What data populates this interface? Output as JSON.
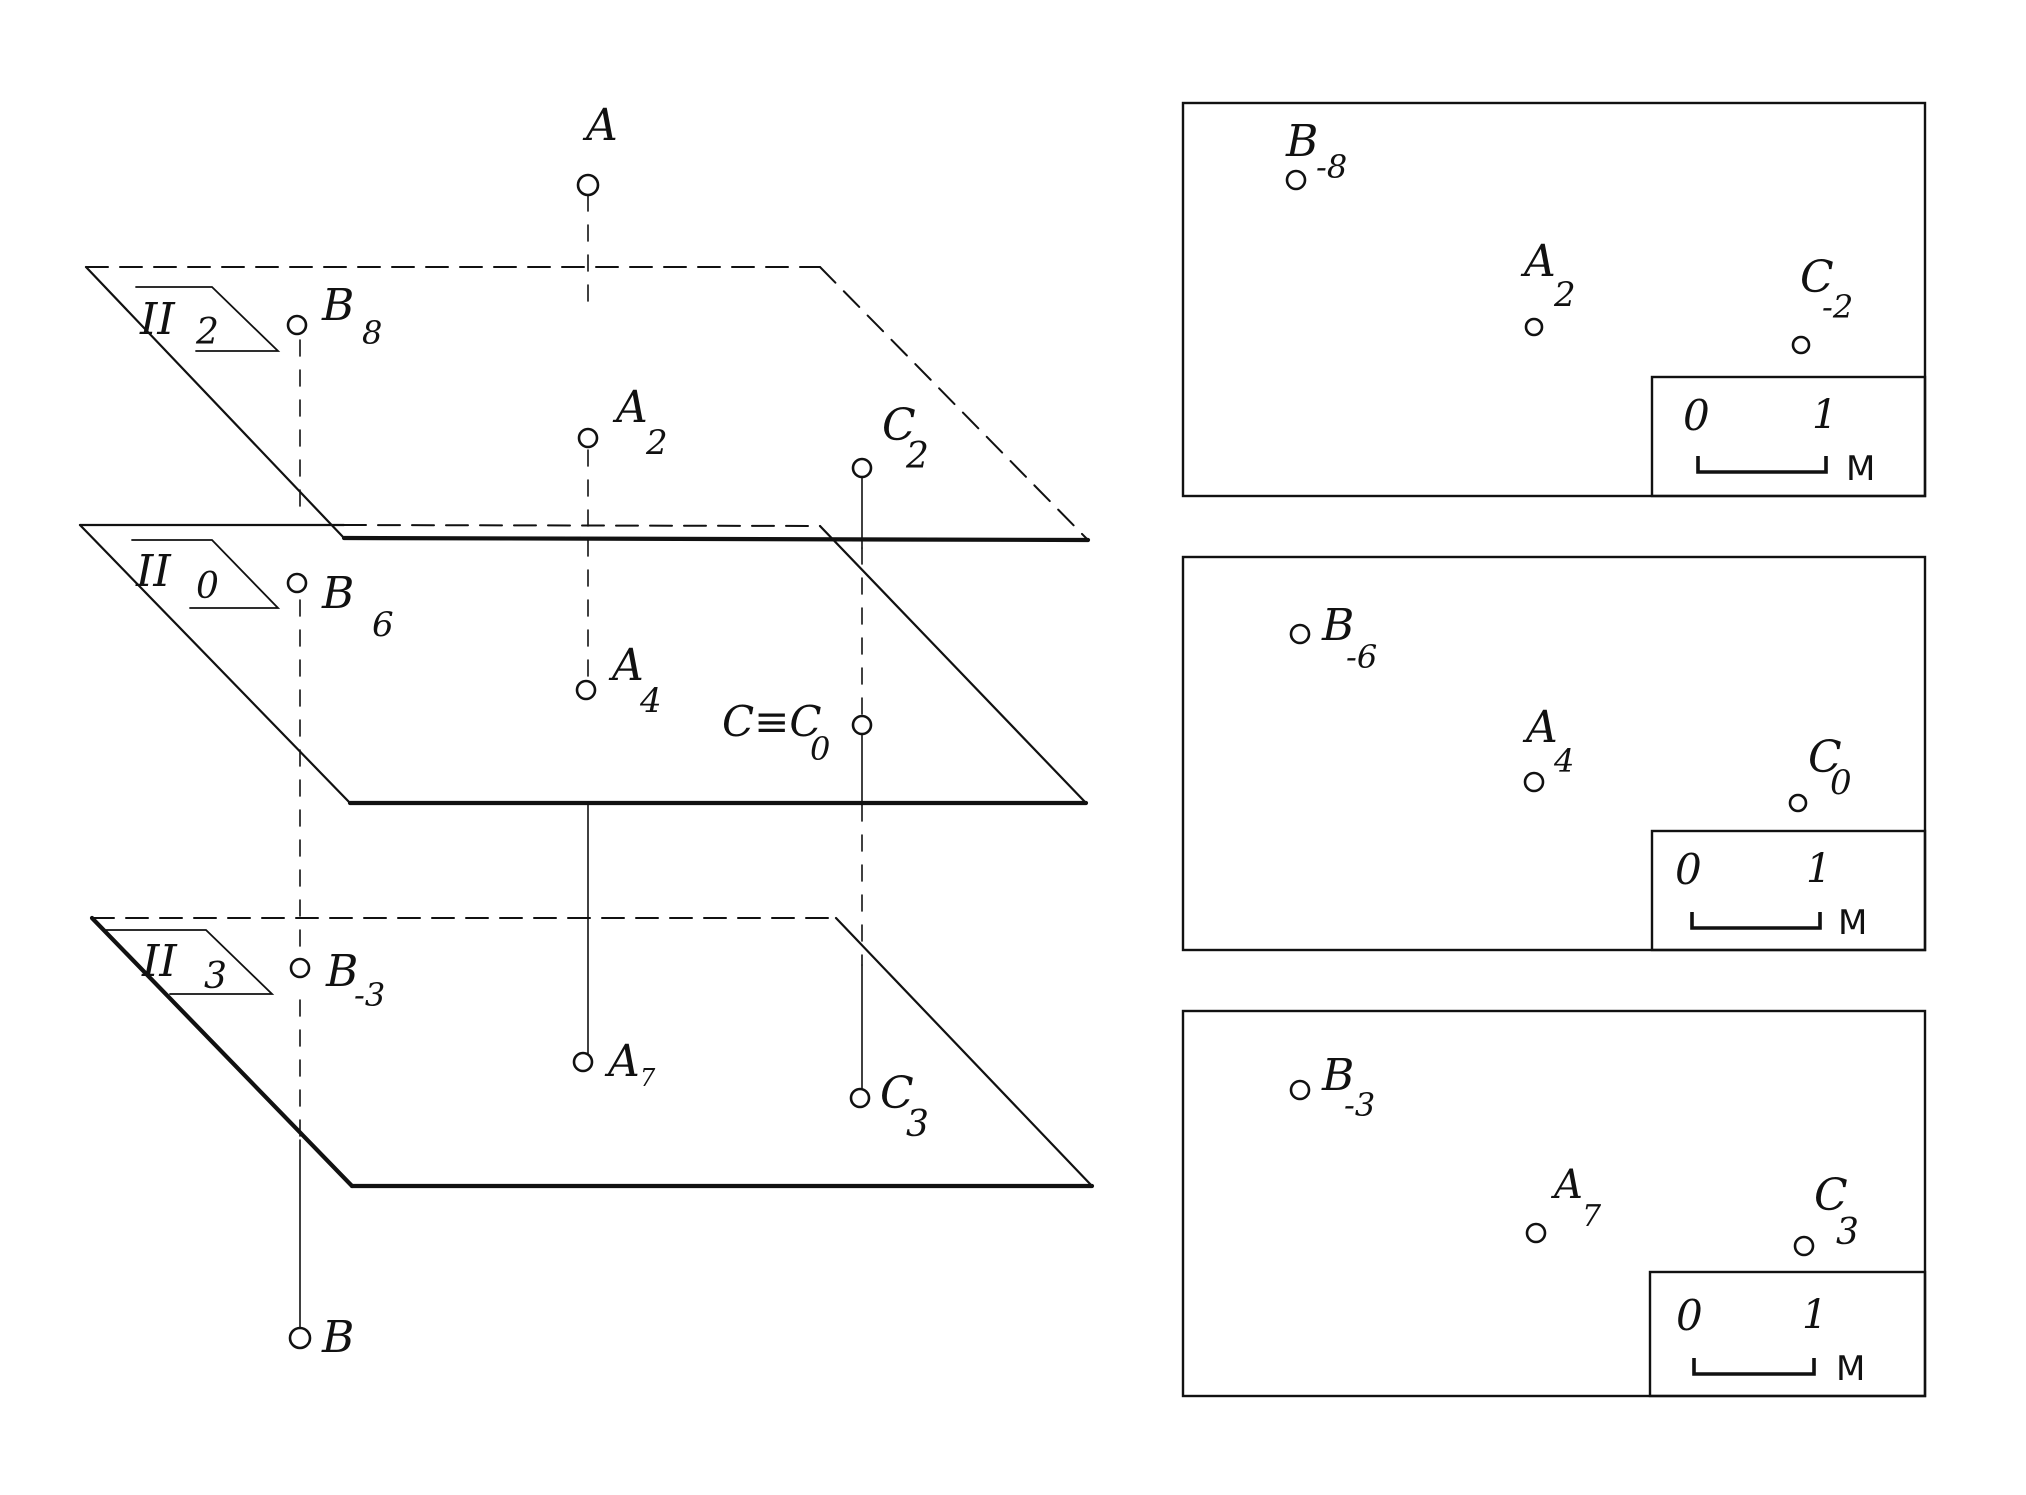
{
  "diagram": {
    "spatial": {
      "planes": [
        {
          "label": "II",
          "sub": "2"
        },
        {
          "label": "II",
          "sub": "0"
        },
        {
          "label": "II",
          "sub": "3"
        }
      ],
      "points": {
        "A": {
          "label": "A",
          "sub": ""
        },
        "A2": {
          "label": "A",
          "sub": "2"
        },
        "A4": {
          "label": "A",
          "sub": "4"
        },
        "A7": {
          "label": "A",
          "sub": "7"
        },
        "B": {
          "label": "B",
          "sub": ""
        },
        "B8": {
          "label": "B",
          "sub": "8"
        },
        "B6": {
          "label": "B",
          "sub": "6"
        },
        "Bm3": {
          "label": "B",
          "sub": "-3"
        },
        "C2": {
          "label": "C",
          "sub": "2"
        },
        "C0": {
          "label": "C≡C",
          "sub": "0"
        },
        "C3": {
          "label": "C",
          "sub": "3"
        }
      }
    },
    "projections": [
      {
        "points": [
          {
            "label": "B",
            "sub": "-8"
          },
          {
            "label": "A",
            "sub": "2"
          },
          {
            "label": "C",
            "sub": "-2"
          }
        ],
        "scale": {
          "start": "0",
          "end": "1",
          "unit": "M"
        }
      },
      {
        "points": [
          {
            "label": "B",
            "sub": "-6"
          },
          {
            "label": "A",
            "sub": "4"
          },
          {
            "label": "C",
            "sub": "0"
          }
        ],
        "scale": {
          "start": "0",
          "end": "1",
          "unit": "M"
        }
      },
      {
        "points": [
          {
            "label": "B",
            "sub": "-3"
          },
          {
            "label": "A",
            "sub": "7"
          },
          {
            "label": "C",
            "sub": "3"
          }
        ],
        "scale": {
          "start": "0",
          "end": "1",
          "unit": "M"
        }
      }
    ]
  }
}
